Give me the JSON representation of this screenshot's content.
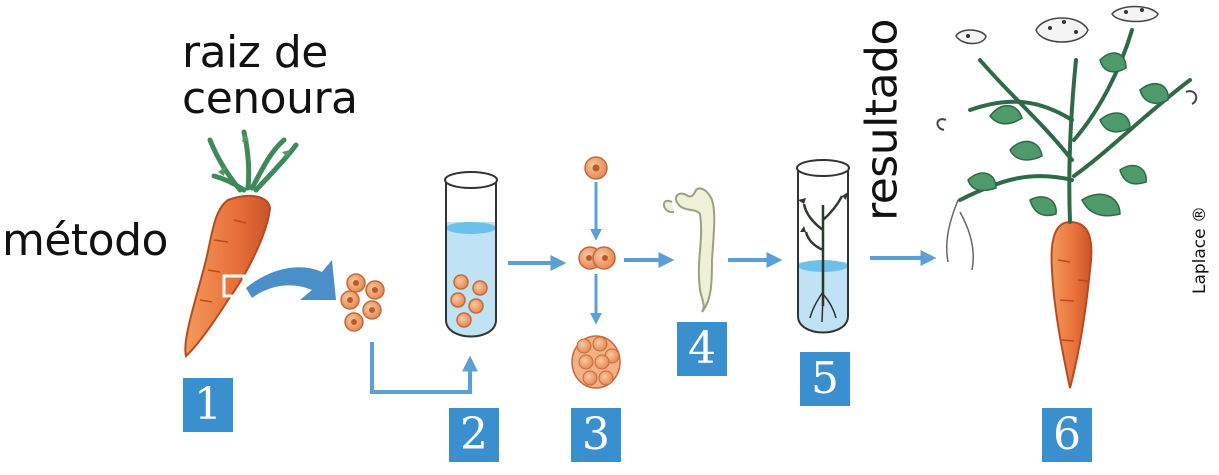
{
  "labels": {
    "raiz_line1": "raiz de",
    "raiz_line2": "cenoura",
    "metodo": "método",
    "resultado": "resultado",
    "credit": "Laplace ®"
  },
  "steps": [
    "1",
    "2",
    "3",
    "4",
    "5",
    "6"
  ],
  "colors": {
    "accent": "#3a8fcf",
    "arrow": "#5aa0d6",
    "carrot": "#e8703a",
    "leaf": "#3f8a5a",
    "cell": "#f0a070",
    "liquid": "#bfe3f5"
  },
  "icons": [
    "carrot-icon",
    "cells-icon",
    "test-tube-icon",
    "dividing-cell-icon",
    "embryo-icon",
    "plantlet-tube-icon",
    "carrot-plant-icon",
    "arrow-icon"
  ]
}
